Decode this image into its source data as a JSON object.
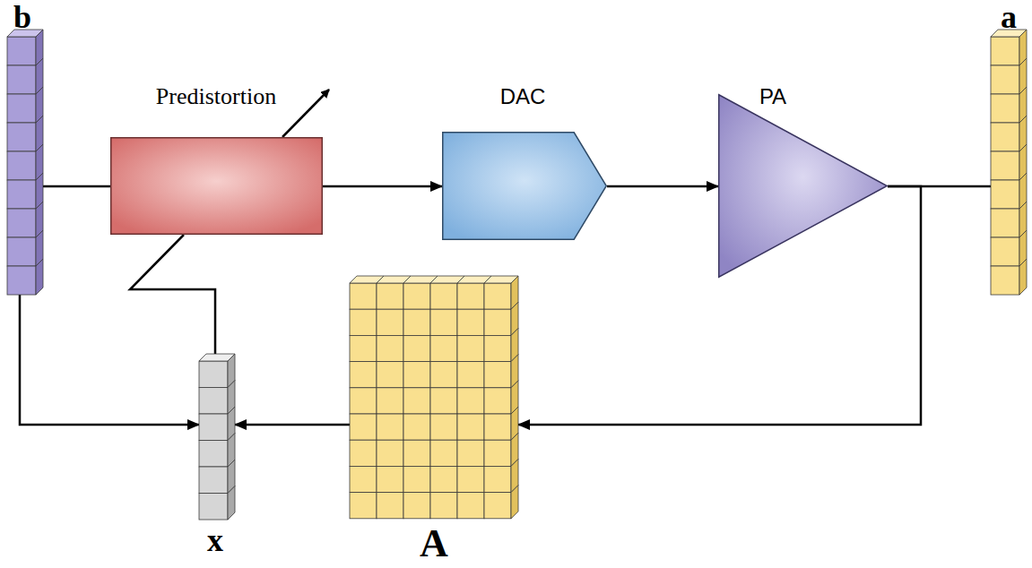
{
  "diagram": {
    "nodes": [
      {
        "text": [
          "b"
        ]
      },
      {
        "text": [
          "Predistortion"
        ]
      },
      {
        "text": [
          "DAC"
        ]
      },
      {
        "text": [
          "PA"
        ]
      },
      {
        "text": [
          "a"
        ]
      },
      {
        "text": [
          "x"
        ]
      },
      {
        "text": [
          "A"
        ]
      }
    ],
    "edges": [
      {
        "from": 0,
        "to": 1,
        "arrow": "none"
      },
      {
        "from": 1,
        "to": 2,
        "arrow": "to"
      },
      {
        "from": 2,
        "to": 3,
        "arrow": "to"
      },
      {
        "from": 3,
        "to": 4,
        "arrow": "none"
      },
      {
        "from": 3,
        "to": 6,
        "arrow": "to"
      },
      {
        "from": 6,
        "to": 5,
        "arrow": "to"
      },
      {
        "from": 0,
        "to": 5,
        "arrow": "to"
      },
      {
        "from": 5,
        "to": 1,
        "arrow": "none"
      }
    ]
  }
}
